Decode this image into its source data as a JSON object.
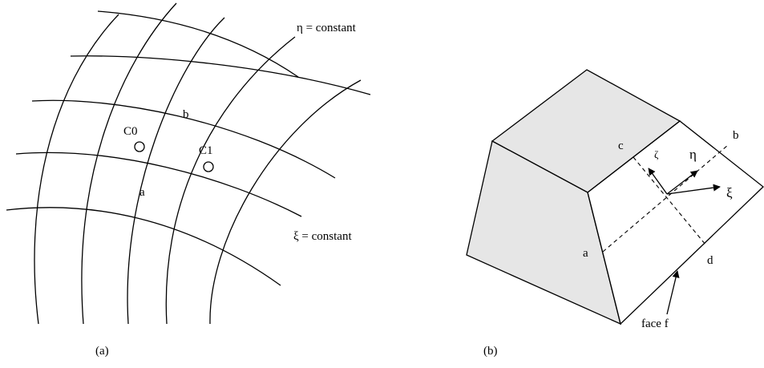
{
  "panel_a": {
    "label_eta": "η = constant",
    "label_xi": "ξ = constant",
    "cell_c0": "C0",
    "cell_c1": "C1",
    "point_a": "a",
    "point_b": "b",
    "caption": "(a)"
  },
  "panel_b": {
    "point_a": "a",
    "point_b": "b",
    "point_c": "c",
    "point_d": "d",
    "axis_zeta": "ζ",
    "axis_eta": "η",
    "axis_xi": "ξ",
    "face_label": "face f",
    "caption": "(b)",
    "shade_color": "#e6e6e6"
  }
}
